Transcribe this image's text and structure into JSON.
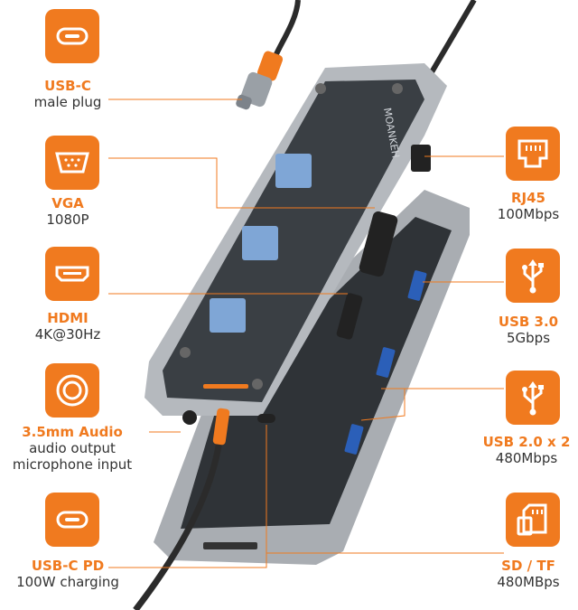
{
  "brand": "MOANKEH",
  "left_ports": [
    {
      "title": "USB-C",
      "subtitle": "male plug",
      "icon": "usb-c-icon"
    },
    {
      "title": "VGA",
      "subtitle": "1080P",
      "icon": "vga-icon"
    },
    {
      "title": "HDMI",
      "subtitle": "4K@30Hz",
      "icon": "hdmi-icon"
    },
    {
      "title": "3.5mm Audio",
      "subtitle": "audio output",
      "subtitle2": "microphone input",
      "icon": "audio-jack-icon"
    },
    {
      "title": "USB-C PD",
      "subtitle": "100W charging",
      "icon": "usb-c-pd-icon"
    }
  ],
  "right_ports": [
    {
      "title": "RJ45",
      "subtitle": "100Mbps",
      "icon": "ethernet-icon"
    },
    {
      "title": "USB 3.0",
      "subtitle": "5Gbps",
      "icon": "usb-icon"
    },
    {
      "title": "USB 2.0 x 2",
      "subtitle": "480Mbps",
      "icon": "usb-icon"
    },
    {
      "title": "SD / TF",
      "subtitle": "480MBps",
      "icon": "sd-card-icon"
    }
  ],
  "colors": {
    "accent": "#f07a1f",
    "text": "#333333",
    "aluminum": "#a9adb2",
    "dark": "#2f3337"
  }
}
